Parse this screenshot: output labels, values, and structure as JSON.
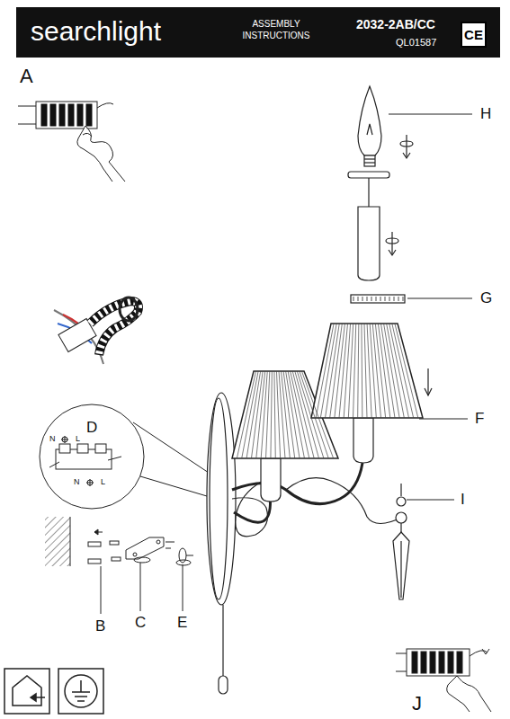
{
  "diagram": {
    "nodes": [
      {
        "text": [
          "CE"
        ]
      }
    ],
    "labels": [
      "searchlight",
      "ASSEMBLY INSTRUCTIONS",
      "2032-2AB/CC",
      "QL01587",
      "A",
      "H",
      "G",
      "F",
      "I",
      "D",
      "N",
      "L",
      "N",
      "L",
      "B",
      "C",
      "E",
      "J"
    ]
  }
}
